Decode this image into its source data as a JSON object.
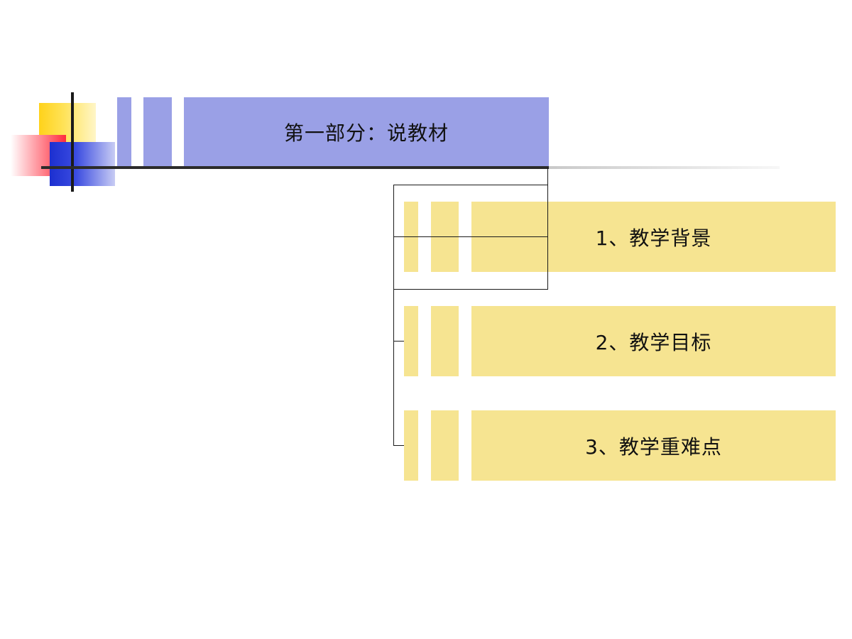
{
  "slide": {
    "title": "第一部分：说教材",
    "items": [
      {
        "label": "1、教学背景"
      },
      {
        "label": "2、教学目标"
      },
      {
        "label": "3、教学重难点"
      }
    ]
  },
  "colors": {
    "title_bar": "#9aa0e6",
    "item_box": "#f6e491",
    "logo_yellow": "#ffd21a",
    "logo_red": "#ff2b3d",
    "logo_blue": "#1c2fd0"
  }
}
